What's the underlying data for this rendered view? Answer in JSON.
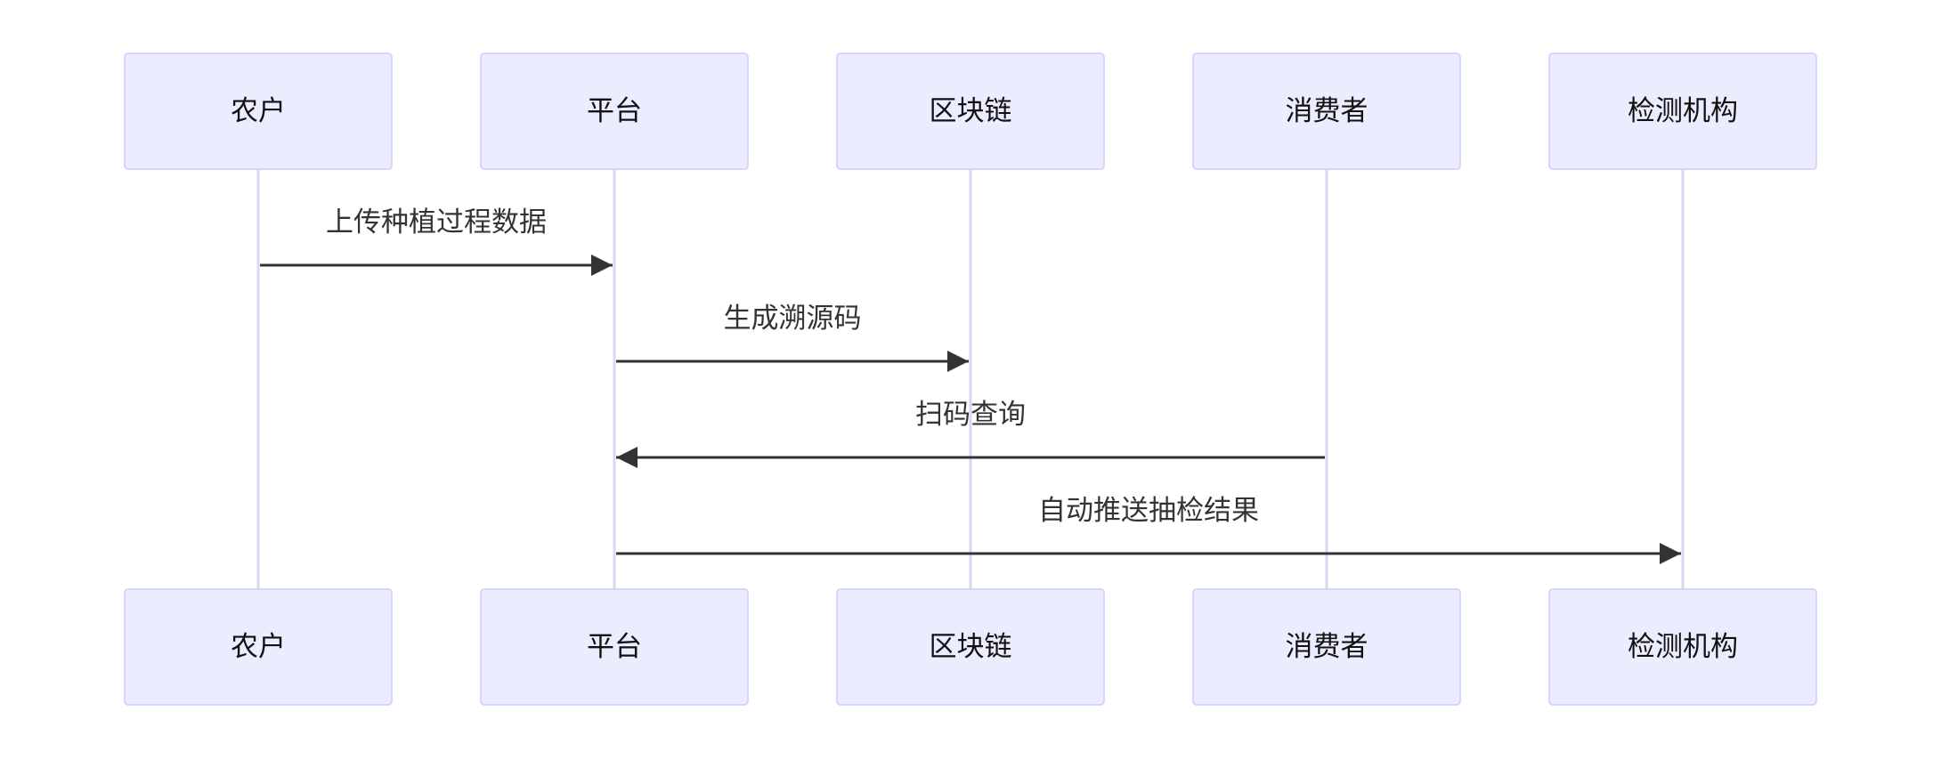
{
  "diagram": {
    "type": "sequence",
    "participants": [
      {
        "id": "farmer",
        "label": "农户"
      },
      {
        "id": "platform",
        "label": "平台"
      },
      {
        "id": "blockchain",
        "label": "区块链"
      },
      {
        "id": "consumer",
        "label": "消费者"
      },
      {
        "id": "inspection",
        "label": "检测机构"
      }
    ],
    "messages": [
      {
        "from": "farmer",
        "to": "platform",
        "label": "上传种植过程数据"
      },
      {
        "from": "platform",
        "to": "blockchain",
        "label": "生成溯源码"
      },
      {
        "from": "consumer",
        "to": "platform",
        "label": "扫码查询"
      },
      {
        "from": "platform",
        "to": "inspection",
        "label": "自动推送抽检结果"
      }
    ],
    "colors": {
      "actor_fill": "#ECECFF",
      "actor_stroke": "#CCCCFF",
      "lifeline": "#D8D8F2",
      "arrow": "#333333"
    }
  }
}
